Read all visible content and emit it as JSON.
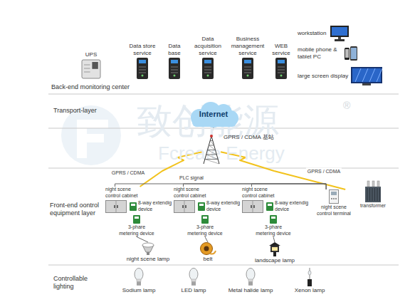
{
  "diagram": {
    "nodes": [
      {
        "text": [
          "UPS"
        ]
      },
      {
        "text": [
          "Data store service"
        ]
      },
      {
        "text": [
          "Data base"
        ]
      },
      {
        "text": [
          "Data acquisition service"
        ]
      },
      {
        "text": [
          "Business management service"
        ]
      },
      {
        "text": [
          "WEB service"
        ]
      },
      {
        "text": [
          "workstation"
        ]
      },
      {
        "text": [
          "mobile phone & tablet PC"
        ]
      },
      {
        "text": [
          "large screen display"
        ]
      },
      {
        "text": [
          "Internet"
        ]
      },
      {
        "text": [
          "GPRS / CDMA 基站"
        ]
      },
      {
        "text": [
          "night scene control cabinet"
        ]
      },
      {
        "text": [
          "8-way extendig device"
        ]
      },
      {
        "text": [
          "3-phare metering device"
        ]
      },
      {
        "text": [
          "night scene control cabinet"
        ]
      },
      {
        "text": [
          "8-way extendig device"
        ]
      },
      {
        "text": [
          "3-phare metering device"
        ]
      },
      {
        "text": [
          "night scene control cabinet"
        ]
      },
      {
        "text": [
          "8-way extendig device"
        ]
      },
      {
        "text": [
          "3-phare metering device"
        ]
      },
      {
        "text": [
          "night scene control terminal"
        ]
      },
      {
        "text": [
          "transformer"
        ]
      },
      {
        "text": [
          "night scene lamp"
        ]
      },
      {
        "text": [
          "belt"
        ]
      },
      {
        "text": [
          "landscape lamp"
        ]
      },
      {
        "text": [
          "Sodium lamp"
        ]
      },
      {
        "text": [
          "LED lamp"
        ]
      },
      {
        "text": [
          "Metal halide lamp"
        ]
      },
      {
        "text": [
          "Xenon lamp"
        ]
      }
    ],
    "edges": [
      {
        "from": 9,
        "to": 10,
        "arrow": "none"
      },
      {
        "from": 10,
        "to": 11,
        "label": "GPRS / CDMA",
        "arrow": "none"
      },
      {
        "from": 10,
        "to": 20,
        "label": "GPRS / CDMA",
        "arrow": "none"
      },
      {
        "from": 20,
        "to": 11,
        "arrow": "none"
      },
      {
        "from": 20,
        "to": 14,
        "arrow": "none"
      },
      {
        "from": 20,
        "to": 17,
        "arrow": "none"
      },
      {
        "from": 13,
        "to": 22,
        "arrow": "none"
      },
      {
        "from": 16,
        "to": 23,
        "arrow": "none"
      },
      {
        "from": 19,
        "to": 24,
        "arrow": "none"
      }
    ],
    "labels": [
      "Back-end monitoring center",
      "Transport-layer",
      "PLC signal",
      "Front-end oontrol equipment layer",
      "Controllable lighting",
      "致创能源",
      "Fcreate Energy",
      "®"
    ]
  }
}
